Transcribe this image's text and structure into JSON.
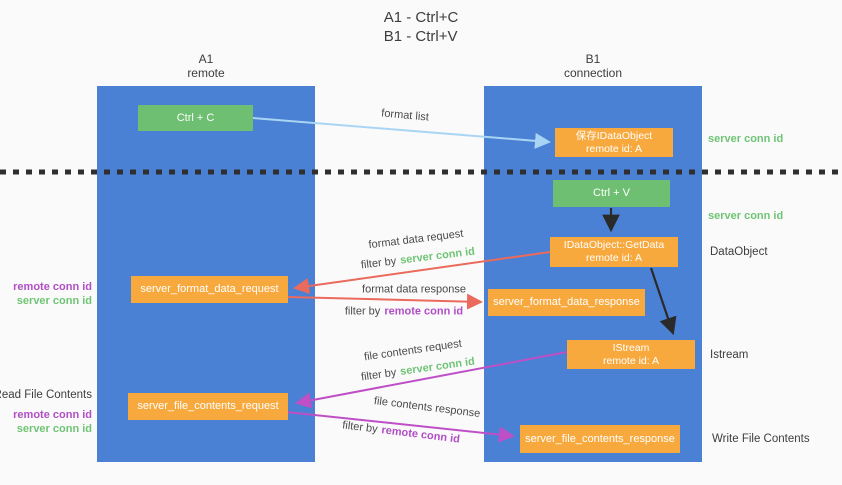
{
  "colors": {
    "bg": "#fafafa",
    "ink": "#3d3d3d",
    "lane_blue": "#4a81d4",
    "node_green": "#6fbf72",
    "node_orange": "#f8a93e",
    "txt_green": "#6fc475",
    "txt_purple": "#b14ec6",
    "arrow_blue": "#a9d5f5",
    "arrow_red": "#ea6a5c",
    "arrow_magenta": "#bf4fc6",
    "arrow_black": "#2a2a2a",
    "dot_line": "#2f2f2f"
  },
  "title": {
    "line1": "A1 - Ctrl+C",
    "line2": "B1 - Ctrl+V"
  },
  "lanes": {
    "a1": {
      "id": "A1",
      "role": "remote"
    },
    "b1": {
      "id": "B1",
      "role": "connection"
    }
  },
  "boxes": {
    "ctrl_c": {
      "label": "Ctrl + C"
    },
    "save_dataobject": {
      "line1": "保存IDataObject",
      "line2": "remote id: A"
    },
    "ctrl_v": {
      "label": "Ctrl + V"
    },
    "getdata": {
      "line1": "IDataObject::GetData",
      "line2": "remote id: A"
    },
    "format_request": {
      "label": "server_format_data_request"
    },
    "format_response": {
      "label": "server_format_data_response"
    },
    "istream": {
      "line1": "IStream",
      "line2": "remote id: A"
    },
    "file_request": {
      "label": "server_file_contents_request"
    },
    "file_response": {
      "label": "server_file_contents_response"
    }
  },
  "flow": {
    "format_list": "format list",
    "format_data_request": "format data request",
    "format_data_response": "format data response",
    "file_contents_request": "file contents request",
    "file_contents_response": "file contents response",
    "filter_by": "filter by",
    "server_conn_id": "server conn id",
    "remote_conn_id": "remote conn id"
  },
  "annotations": {
    "left": {
      "remote_conn_id": "remote conn id",
      "server_conn_id": "server conn id",
      "read_file_contents": "Read File Contents"
    },
    "right": {
      "server_conn_id": "server conn id",
      "dataobject": "DataObject",
      "istream": "Istream",
      "write_file_contents": "Write File Contents"
    }
  }
}
